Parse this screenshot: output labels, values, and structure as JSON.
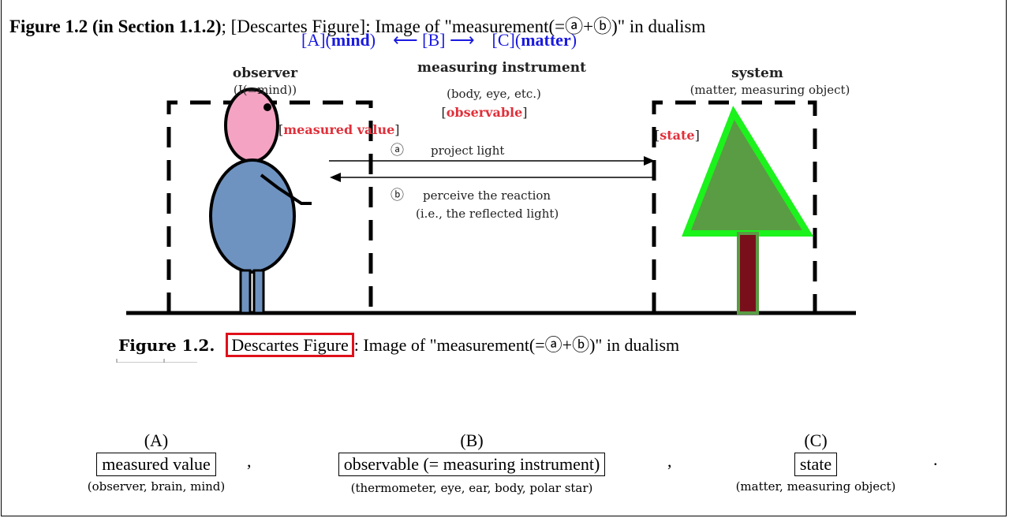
{
  "header": {
    "title_bold": "Figure 1.2 (in Section 1.1.2)",
    "title_rest": "; [Descartes Figure]: Image of \"measurement(=ⓐ+ⓑ)\" in dualism",
    "sub_a": "[A](",
    "sub_a_bold": "mind",
    "sub_a_end": ")",
    "sub_arrow_left": "⟵",
    "sub_b": "[B]",
    "sub_arrow_right": "⟶",
    "sub_c": "[C](",
    "sub_c_bold": "matter",
    "sub_c_end": ")"
  },
  "diagram": {
    "observer_title": "observer",
    "observer_sub": "(I(=mind))",
    "instrument_title": "measuring instrument",
    "instrument_sub": "(body, eye, etc.)",
    "observable_label": "observable",
    "measured_value_label": "measured value",
    "system_title": "system",
    "system_sub": "(matter, measuring object)",
    "state_label": "state",
    "arrow_a_marker": "ⓐ",
    "arrow_a_text": "project light",
    "arrow_b_marker": "ⓑ",
    "arrow_b_text": "perceive the reaction",
    "arrow_b_text2": "(i.e., the reflected light)",
    "colors": {
      "red_label": "#e0303a",
      "head": "#f4a3c2",
      "body": "#6f93c0",
      "tree_fill": "#5a9c43",
      "tree_border": "#1cf21c",
      "trunk": "#7a0f1c"
    }
  },
  "caption": {
    "label": "Figure 1.2.",
    "boxed": "Descartes Figure",
    "rest": ": Image of \"measurement(=ⓐ+ⓑ)\" in dualism"
  },
  "columns": [
    {
      "letter": "(A)",
      "box": "measured value",
      "note": "(observer, brain, mind)"
    },
    {
      "letter": "(B)",
      "box": "observable (= measuring instrument)",
      "note": "(thermometer, eye, ear, body, polar star)"
    },
    {
      "letter": "(C)",
      "box": "state",
      "note": "(matter, measuring object)"
    }
  ],
  "punct": {
    "comma1": ",",
    "comma2": ",",
    "period": "."
  }
}
